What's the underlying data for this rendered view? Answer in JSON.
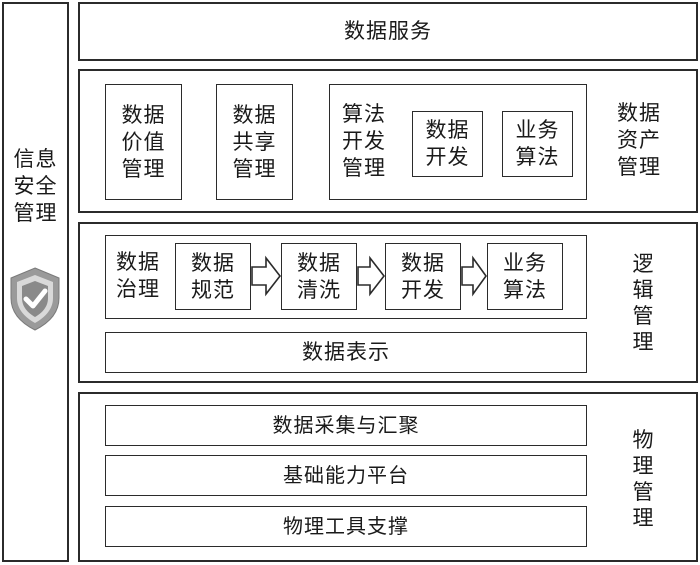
{
  "left_column": {
    "title_lines": [
      "信息",
      "安全",
      "管理"
    ],
    "icon": "shield-check-icon"
  },
  "data_service": {
    "label": "数据服务"
  },
  "data_asset_management": {
    "side_label_lines": [
      "数据",
      "资产",
      "管理"
    ],
    "value_management_lines": [
      "数据",
      "价值",
      "管理"
    ],
    "sharing_management_lines": [
      "数据",
      "共享",
      "管理"
    ],
    "algorithm_dev_management_lines": [
      "算法",
      "开发",
      "管理"
    ],
    "data_dev_lines": [
      "数据",
      "开发"
    ],
    "business_algo_lines": [
      "业务",
      "算法"
    ]
  },
  "logic_management": {
    "side_label_chars": [
      "逻",
      "辑",
      "管",
      "理"
    ],
    "governance_lines": [
      "数据",
      "治理"
    ],
    "steps": [
      {
        "lines": [
          "数据",
          "规范"
        ]
      },
      {
        "lines": [
          "数据",
          "清洗"
        ]
      },
      {
        "lines": [
          "数据",
          "开发"
        ]
      },
      {
        "lines": [
          "业务",
          "算法"
        ]
      }
    ],
    "representation": "数据表示"
  },
  "physical_management": {
    "side_label_chars": [
      "物",
      "理",
      "管",
      "理"
    ],
    "items": [
      "数据采集与汇聚",
      "基础能力平台",
      "物理工具支撑"
    ]
  },
  "colors": {
    "border": "#2b2b2b",
    "shield": "#8c8c8c",
    "shield_light": "#d4d4d4"
  }
}
